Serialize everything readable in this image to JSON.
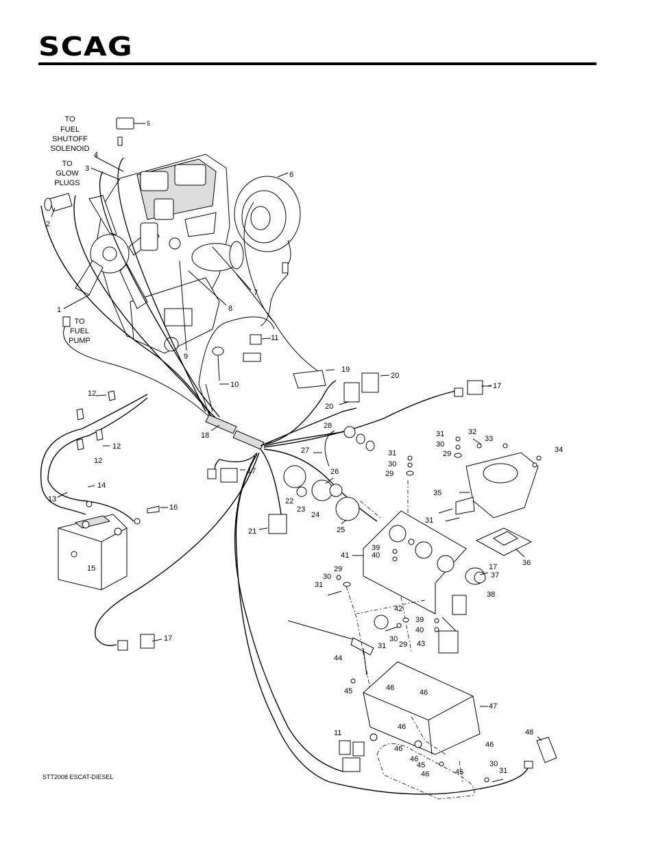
{
  "header": {
    "brand": "SCAG"
  },
  "diagram": {
    "caption": "STT2008 ESCAT-DIESEL",
    "notes": [
      {
        "id": "fuel-shutoff",
        "lines": [
          "TO",
          "FUEL",
          "SHUTOFF",
          "SOLENOID"
        ]
      },
      {
        "id": "glow-plugs",
        "lines": [
          "TO",
          "GLOW",
          "PLUGS"
        ]
      },
      {
        "id": "fuel-pump",
        "lines": [
          "TO",
          "FUEL",
          "PUMP"
        ]
      }
    ],
    "callouts": [
      "1",
      "2",
      "3",
      "4",
      "5",
      "6",
      "7",
      "8",
      "9",
      "10",
      "11",
      "11",
      "12",
      "12",
      "12",
      "13",
      "14",
      "15",
      "16",
      "17",
      "17",
      "17",
      "17",
      "18",
      "19",
      "20",
      "20",
      "21",
      "22",
      "23",
      "24",
      "25",
      "26",
      "27",
      "28",
      "29",
      "29",
      "29",
      "29",
      "30",
      "30",
      "30",
      "30",
      "30",
      "31",
      "31",
      "31",
      "31",
      "31",
      "31",
      "32",
      "33",
      "34",
      "35",
      "36",
      "37",
      "38",
      "39",
      "39",
      "40",
      "40",
      "41",
      "42",
      "43",
      "44",
      "45",
      "45",
      "45",
      "46",
      "46",
      "46",
      "46",
      "46",
      "46",
      "46",
      "47",
      "48"
    ]
  }
}
